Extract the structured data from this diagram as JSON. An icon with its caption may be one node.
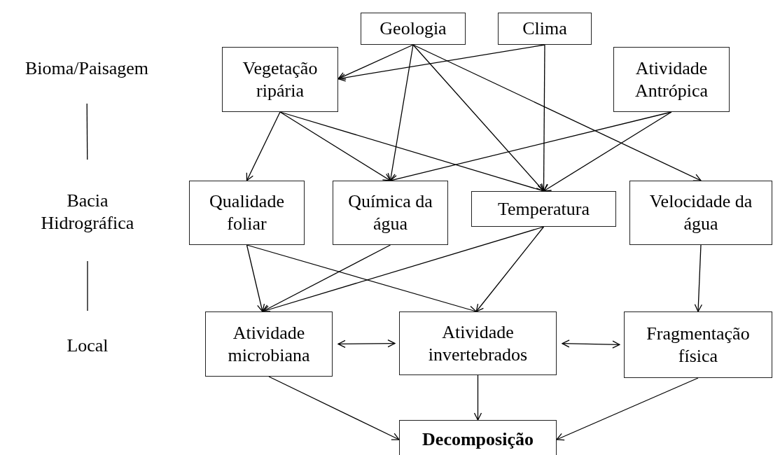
{
  "diagram": {
    "nodes": [
      {
        "text": [
          "Bioma/Paisagem"
        ]
      },
      {
        "text": [
          "Bacia Hidrográfica"
        ]
      },
      {
        "text": [
          "Local"
        ]
      },
      {
        "text": [
          "Geologia"
        ]
      },
      {
        "text": [
          "Clima"
        ]
      },
      {
        "text": [
          "Vegetação ripária"
        ]
      },
      {
        "text": [
          "Atividade Antrópica"
        ]
      },
      {
        "text": [
          "Qualidade foliar"
        ]
      },
      {
        "text": [
          "Química da água"
        ]
      },
      {
        "text": [
          "Temperatura"
        ]
      },
      {
        "text": [
          "Velocidade da água"
        ]
      },
      {
        "text": [
          "Atividade microbiana"
        ]
      },
      {
        "text": [
          "Atividade invertebrados"
        ]
      },
      {
        "text": [
          "Fragmentação física"
        ]
      },
      {
        "text": [
          "Decomposição"
        ]
      }
    ],
    "edges": [
      {
        "from": 0,
        "to": 1,
        "arrow": "none"
      },
      {
        "from": 1,
        "to": 2,
        "arrow": "none"
      },
      {
        "from": 3,
        "to": 5,
        "arrow": "to"
      },
      {
        "from": 4,
        "to": 5,
        "arrow": "to"
      },
      {
        "from": 3,
        "to": 8,
        "arrow": "to"
      },
      {
        "from": 3,
        "to": 9,
        "arrow": "to"
      },
      {
        "from": 3,
        "to": 10,
        "arrow": "to"
      },
      {
        "from": 4,
        "to": 9,
        "arrow": "to"
      },
      {
        "from": 5,
        "to": 7,
        "arrow": "to"
      },
      {
        "from": 5,
        "to": 8,
        "arrow": "to"
      },
      {
        "from": 5,
        "to": 9,
        "arrow": "to"
      },
      {
        "from": 6,
        "to": 8,
        "arrow": "to"
      },
      {
        "from": 6,
        "to": 9,
        "arrow": "to"
      },
      {
        "from": 7,
        "to": 11,
        "arrow": "to"
      },
      {
        "from": 7,
        "to": 12,
        "arrow": "to"
      },
      {
        "from": 8,
        "to": 11,
        "arrow": "to"
      },
      {
        "from": 9,
        "to": 11,
        "arrow": "to"
      },
      {
        "from": 9,
        "to": 12,
        "arrow": "to"
      },
      {
        "from": 10,
        "to": 13,
        "arrow": "to"
      },
      {
        "from": 11,
        "to": 12,
        "arrow": "both"
      },
      {
        "from": 12,
        "to": 13,
        "arrow": "both"
      },
      {
        "from": 11,
        "to": 14,
        "arrow": "to"
      },
      {
        "from": 12,
        "to": 14,
        "arrow": "to"
      },
      {
        "from": 13,
        "to": 14,
        "arrow": "to"
      }
    ]
  }
}
